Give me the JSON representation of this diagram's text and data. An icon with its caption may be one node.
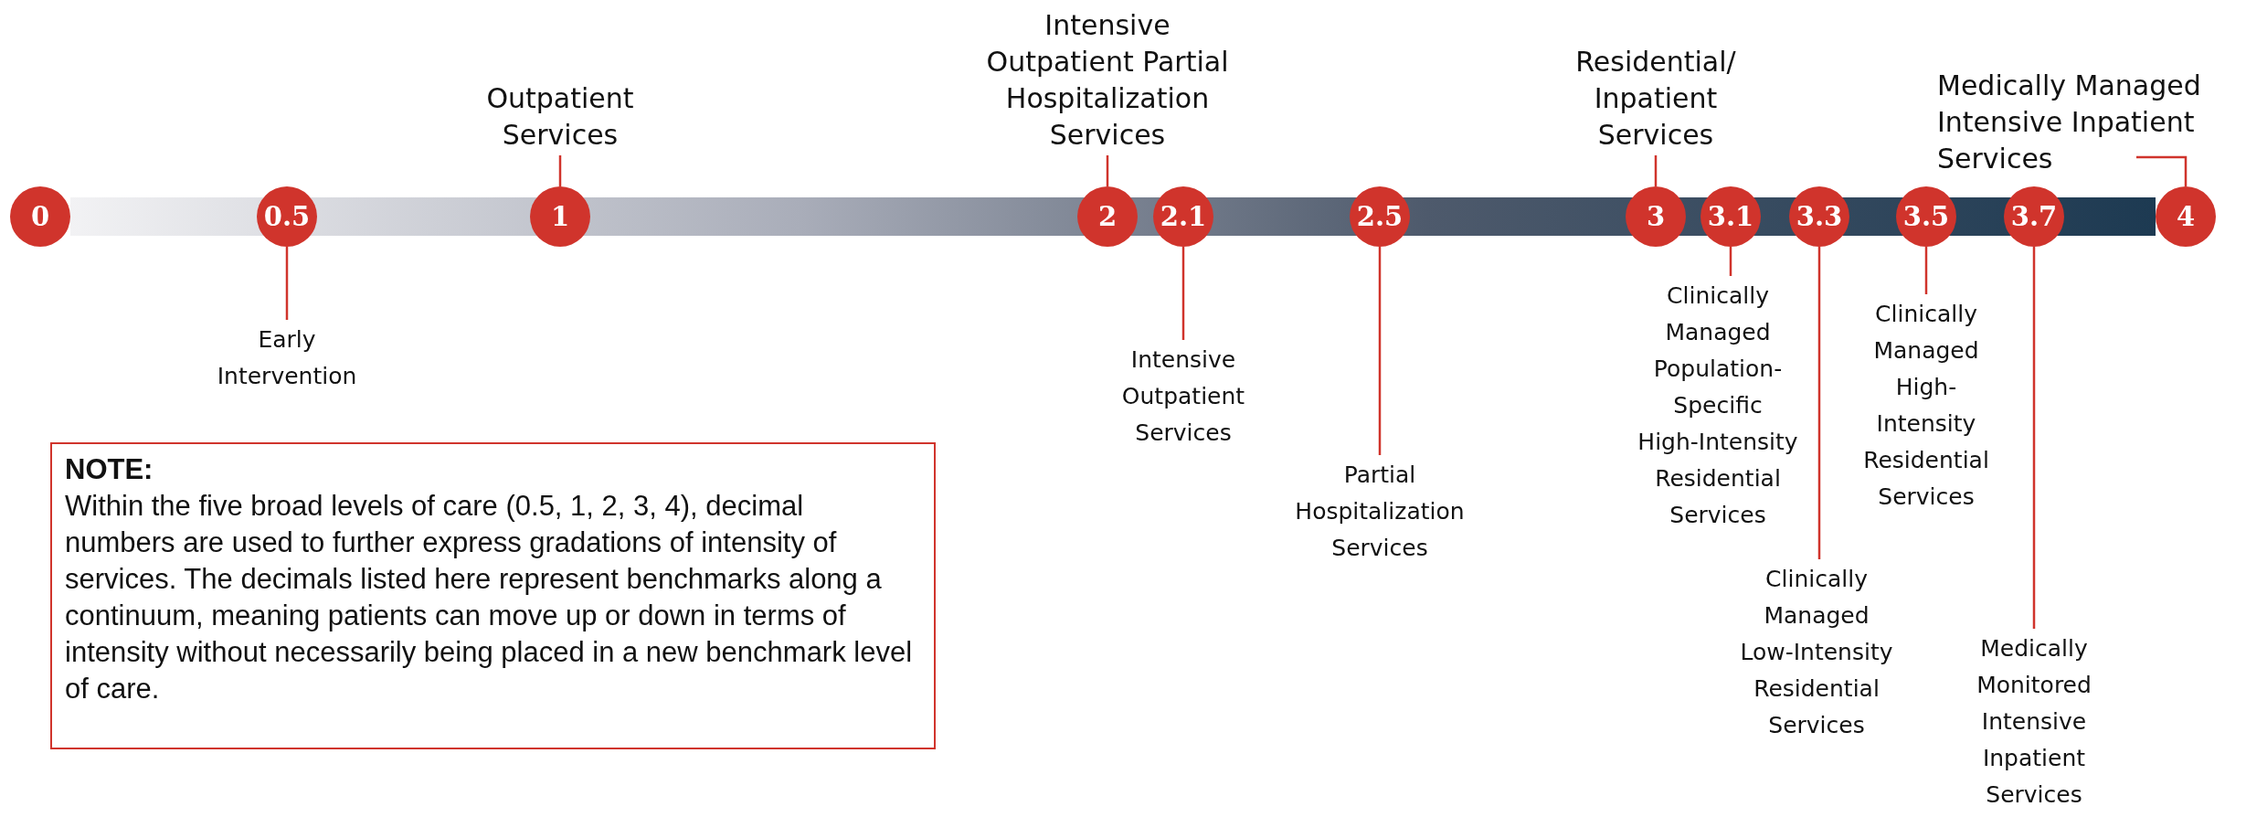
{
  "diagram": {
    "nodes": [
      {
        "text": [
          "0"
        ]
      },
      {
        "text": [
          "0.5"
        ]
      },
      {
        "text": [
          "1"
        ]
      },
      {
        "text": [
          "2"
        ]
      },
      {
        "text": [
          "2.1"
        ]
      },
      {
        "text": [
          "2.5"
        ]
      },
      {
        "text": [
          "3"
        ]
      },
      {
        "text": [
          "3.1"
        ]
      },
      {
        "text": [
          "3.3"
        ]
      },
      {
        "text": [
          "3.5"
        ]
      },
      {
        "text": [
          "3.7"
        ]
      },
      {
        "text": [
          "4"
        ]
      },
      {
        "text": [
          "Early Intervention"
        ]
      },
      {
        "text": [
          "Outpatient Services"
        ]
      },
      {
        "text": [
          "Intensive Outpatient Partial Hospitalization Services"
        ]
      },
      {
        "text": [
          "Intensive Outpatient Services"
        ]
      },
      {
        "text": [
          "Partial Hospitalization Services"
        ]
      },
      {
        "text": [
          "Residential/ Inpatient Services"
        ]
      },
      {
        "text": [
          "Medically Managed Intensive Inpatient Services"
        ]
      },
      {
        "text": [
          "Clinically Managed Population-Specific High-Intensity Residential Services"
        ]
      },
      {
        "text": [
          "Clinically Managed Low-Intensity Residential Services"
        ]
      },
      {
        "text": [
          "Clinically Managed High-Intensity Residential Services"
        ]
      },
      {
        "text": [
          "Medically Monitored Intensive Inpatient Services"
        ]
      },
      {
        "text": [
          "NOTE:",
          "Within the five broad levels of care (0.5, 1, 2, 3, 4), decimal numbers are used to further express gradations of intensity of services. The decimals listed here represent benchmarks along a continuum, meaning patients can move up or down in terms of intensity without necessarily being placed in a new benchmark level of care."
        ]
      },
      {
        "text": [],
        "shape": "bar"
      }
    ],
    "edges": [
      {
        "from": 12,
        "to": 1,
        "arrow": "none"
      },
      {
        "from": 13,
        "to": 2,
        "arrow": "none"
      },
      {
        "from": 14,
        "to": 3,
        "arrow": "none"
      },
      {
        "from": 15,
        "to": 4,
        "arrow": "none"
      },
      {
        "from": 16,
        "to": 5,
        "arrow": "none"
      },
      {
        "from": 17,
        "to": 6,
        "arrow": "none"
      },
      {
        "from": 18,
        "to": 11,
        "arrow": "none"
      },
      {
        "from": 19,
        "to": 7,
        "arrow": "none"
      },
      {
        "from": 20,
        "to": 8,
        "arrow": "none"
      },
      {
        "from": 21,
        "to": 9,
        "arrow": "none"
      },
      {
        "from": 22,
        "to": 10,
        "arrow": "none"
      }
    ]
  }
}
